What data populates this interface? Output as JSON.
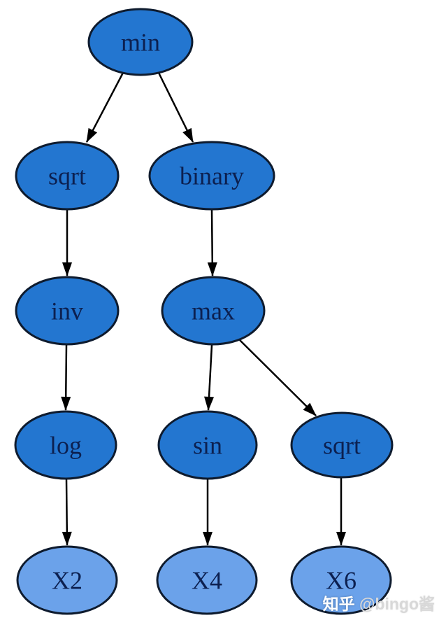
{
  "diagram": {
    "type": "expression-tree",
    "nodes": [
      {
        "id": "min",
        "label": "min",
        "kind": "function"
      },
      {
        "id": "sqrt-1",
        "label": "sqrt",
        "kind": "function"
      },
      {
        "id": "binary",
        "label": "binary",
        "kind": "function"
      },
      {
        "id": "inv",
        "label": "inv",
        "kind": "function"
      },
      {
        "id": "max",
        "label": "max",
        "kind": "function"
      },
      {
        "id": "log",
        "label": "log",
        "kind": "function"
      },
      {
        "id": "sin",
        "label": "sin",
        "kind": "function"
      },
      {
        "id": "sqrt-2",
        "label": "sqrt",
        "kind": "function"
      },
      {
        "id": "X2",
        "label": "X2",
        "kind": "terminal"
      },
      {
        "id": "X4",
        "label": "X4",
        "kind": "terminal"
      },
      {
        "id": "X6",
        "label": "X6",
        "kind": "terminal"
      }
    ],
    "edges": [
      {
        "from": "min",
        "to": "sqrt-1"
      },
      {
        "from": "min",
        "to": "binary"
      },
      {
        "from": "sqrt-1",
        "to": "inv"
      },
      {
        "from": "binary",
        "to": "max"
      },
      {
        "from": "inv",
        "to": "log"
      },
      {
        "from": "max",
        "to": "sin"
      },
      {
        "from": "max",
        "to": "sqrt-2"
      },
      {
        "from": "log",
        "to": "X2"
      },
      {
        "from": "sin",
        "to": "X4"
      },
      {
        "from": "sqrt-2",
        "to": "X6"
      }
    ],
    "colors": {
      "function_fill": "#2376d0",
      "terminal_fill": "#6ba2ea",
      "node_stroke": "#0e1b2e",
      "edge_stroke": "#000000",
      "label_text": "#0c2050"
    }
  },
  "watermark": {
    "site": "知乎",
    "handle": " @bingo酱"
  }
}
